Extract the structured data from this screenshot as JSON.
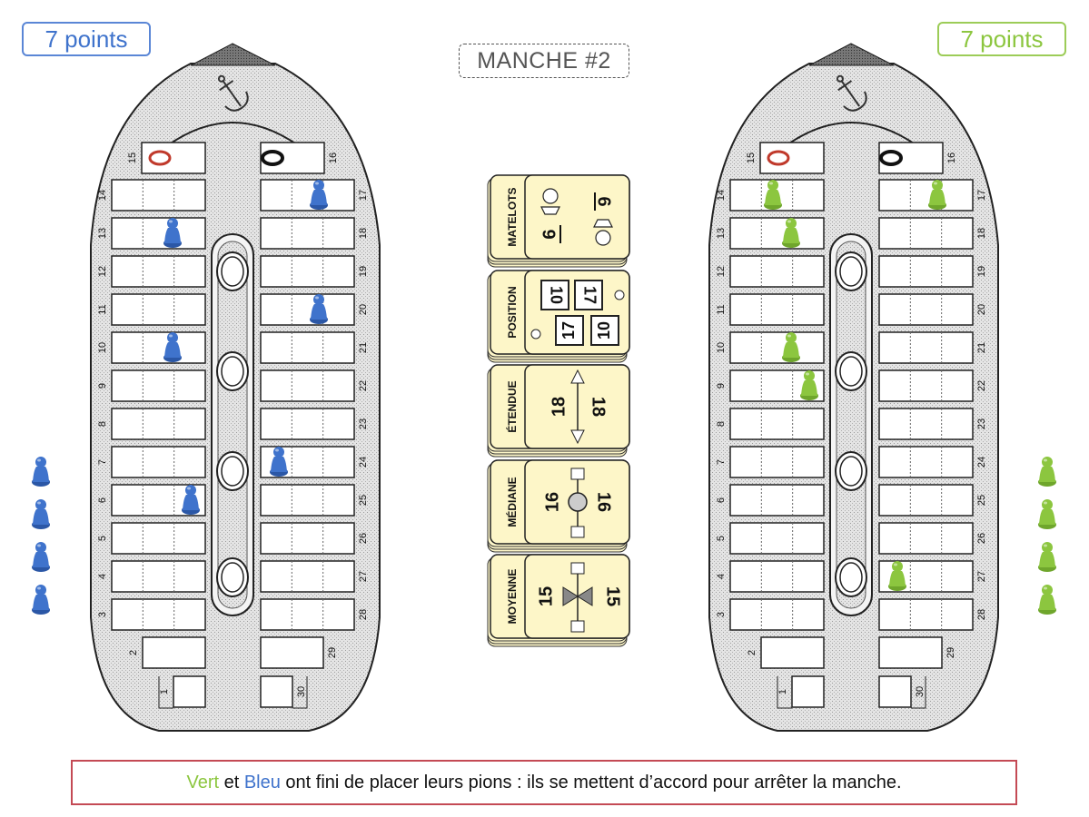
{
  "round": {
    "title": "MANCHE #2"
  },
  "players": {
    "blue": {
      "name": "Bleu",
      "score_label": "7 points",
      "color": "#3f73cc"
    },
    "green": {
      "name": "Vert",
      "score_label": "7 points",
      "color": "#8cc63f"
    }
  },
  "colors": {
    "blue_pawn": "#3f73cc",
    "green_pawn": "#8cc63f",
    "card_bg": "#fdf6c8",
    "message_border": "#c44a55"
  },
  "boards": {
    "cabin_numbers_left": [
      "15",
      "14",
      "13",
      "12",
      "11",
      "10",
      "9",
      "8",
      "7",
      "6",
      "5",
      "4",
      "3",
      "2",
      "1"
    ],
    "cabin_numbers_right": [
      "16",
      "17",
      "18",
      "19",
      "20",
      "21",
      "22",
      "23",
      "24",
      "25",
      "26",
      "27",
      "28",
      "29",
      "30"
    ],
    "blue": {
      "pawns_on_board": [
        6,
        10,
        13,
        17,
        20,
        24
      ],
      "pawns_in_reserve": 4
    },
    "green": {
      "pawns_on_board": [
        9,
        10,
        13,
        14,
        17,
        27
      ],
      "pawns_in_reserve": 4
    }
  },
  "cards": [
    {
      "name": "MATELOTS",
      "value_a": "6",
      "value_b": "6",
      "icon": "sailors-icon"
    },
    {
      "name": "POSITION",
      "value_a": "10",
      "value_b": "17",
      "value_c": "17",
      "value_d": "10",
      "icon": "sailor-cabin-icon"
    },
    {
      "name": "ÉTENDUE",
      "value_a": "18",
      "value_b": "18",
      "icon": "range-arrow-icon"
    },
    {
      "name": "MÉDIANE",
      "value_a": "16",
      "value_b": "16",
      "icon": "median-icon"
    },
    {
      "name": "MOYENNE",
      "value_a": "15",
      "value_b": "15",
      "icon": "balance-icon"
    }
  ],
  "message": {
    "green_name": "Vert",
    "connector": " et ",
    "blue_name": "Bleu",
    "rest": " ont fini de placer leurs pions : ils se mettent d’accord pour arrêter la manche."
  }
}
